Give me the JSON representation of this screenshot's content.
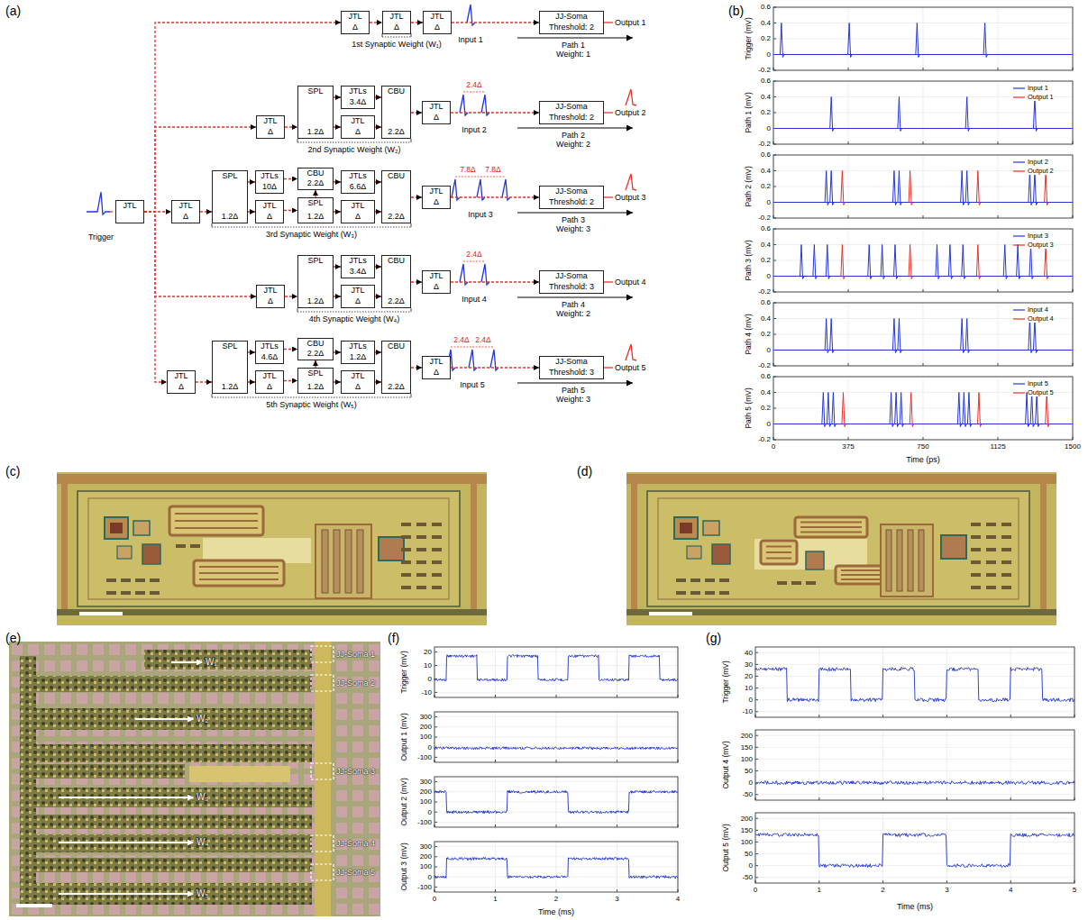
{
  "diagram": {
    "nodes": [
      {
        "text": [
          "JTL"
        ]
      },
      {
        "text": [
          "JTL",
          "Δ"
        ]
      },
      {
        "text": [
          "JTL",
          "Δ"
        ]
      },
      {
        "text": [
          "JTL",
          "Δ"
        ]
      },
      {
        "text": [
          "JJ-Soma",
          "Threshold: 2"
        ]
      },
      {
        "text": [
          "JTL",
          "Δ"
        ]
      },
      {
        "text": [
          "SPL",
          "1.2Δ"
        ]
      },
      {
        "text": [
          "JTLs",
          "3.4Δ"
        ]
      },
      {
        "text": [
          "JTL",
          "Δ"
        ]
      },
      {
        "text": [
          "CBU",
          "2.2Δ"
        ]
      },
      {
        "text": [
          "JTL",
          "Δ"
        ]
      },
      {
        "text": [
          "JJ-Soma",
          "Threshold: 2"
        ]
      },
      {
        "text": [
          "JTL",
          "Δ"
        ]
      },
      {
        "text": [
          "SPL",
          "1.2Δ"
        ]
      },
      {
        "text": [
          "JTLs",
          "10Δ"
        ]
      },
      {
        "text": [
          "JTL",
          "Δ"
        ]
      },
      {
        "text": [
          "CBU",
          "2.2Δ"
        ]
      },
      {
        "text": [
          "SPL",
          "1.2Δ"
        ]
      },
      {
        "text": [
          "JTLs",
          "6.6Δ"
        ]
      },
      {
        "text": [
          "JTL",
          "Δ"
        ]
      },
      {
        "text": [
          "CBU",
          "2.2Δ"
        ]
      },
      {
        "text": [
          "JTL",
          "Δ"
        ]
      },
      {
        "text": [
          "JJ-Soma",
          "Threshold: 2"
        ]
      },
      {
        "text": [
          "JTL",
          "Δ"
        ]
      },
      {
        "text": [
          "SPL",
          "1.2Δ"
        ]
      },
      {
        "text": [
          "JTLs",
          "3.4Δ"
        ]
      },
      {
        "text": [
          "JTL",
          "Δ"
        ]
      },
      {
        "text": [
          "CBU",
          "2.2Δ"
        ]
      },
      {
        "text": [
          "JTL",
          "Δ"
        ]
      },
      {
        "text": [
          "JJ-Soma",
          "Threshold: 3"
        ]
      },
      {
        "text": [
          "JTL",
          "Δ"
        ]
      },
      {
        "text": [
          "SPL",
          "1.2Δ"
        ]
      },
      {
        "text": [
          "JTLs",
          "4.6Δ"
        ]
      },
      {
        "text": [
          "JTL",
          "Δ"
        ]
      },
      {
        "text": [
          "CBU",
          "2.2Δ"
        ]
      },
      {
        "text": [
          "SPL",
          "1.2Δ"
        ]
      },
      {
        "text": [
          "JTLs",
          "1.2Δ"
        ]
      },
      {
        "text": [
          "JTL",
          "Δ"
        ]
      },
      {
        "text": [
          "CBU",
          "2.2Δ"
        ]
      },
      {
        "text": [
          "JTL",
          "Δ"
        ]
      },
      {
        "text": [
          "JJ-Soma",
          "Threshold: 3"
        ]
      }
    ],
    "edges": [
      {
        "from": 0,
        "to": 1,
        "arrow": "to"
      },
      {
        "from": 0,
        "to": 5,
        "arrow": "to"
      },
      {
        "from": 0,
        "to": 12,
        "arrow": "to"
      },
      {
        "from": 0,
        "to": 23,
        "arrow": "to"
      },
      {
        "from": 0,
        "to": 30,
        "arrow": "to"
      },
      {
        "from": 1,
        "to": 2,
        "arrow": "to"
      },
      {
        "from": 2,
        "to": 3,
        "arrow": "to"
      },
      {
        "from": 3,
        "to": 4,
        "arrow": "to"
      },
      {
        "from": 5,
        "to": 6,
        "arrow": "to"
      },
      {
        "from": 6,
        "to": 7,
        "arrow": "to"
      },
      {
        "from": 6,
        "to": 8,
        "arrow": "to"
      },
      {
        "from": 7,
        "to": 9,
        "arrow": "to"
      },
      {
        "from": 8,
        "to": 9,
        "arrow": "to"
      },
      {
        "from": 9,
        "to": 10,
        "arrow": "to"
      },
      {
        "from": 10,
        "to": 11,
        "arrow": "to"
      },
      {
        "from": 12,
        "to": 13,
        "arrow": "to"
      },
      {
        "from": 13,
        "to": 14,
        "arrow": "to"
      },
      {
        "from": 13,
        "to": 15,
        "arrow": "to"
      },
      {
        "from": 14,
        "to": 16,
        "arrow": "to"
      },
      {
        "from": 15,
        "to": 17,
        "arrow": "to"
      },
      {
        "from": 17,
        "to": 16,
        "arrow": "to"
      },
      {
        "from": 16,
        "to": 18,
        "arrow": "to"
      },
      {
        "from": 17,
        "to": 19,
        "arrow": "to"
      },
      {
        "from": 18,
        "to": 20,
        "arrow": "to"
      },
      {
        "from": 19,
        "to": 20,
        "arrow": "to"
      },
      {
        "from": 20,
        "to": 21,
        "arrow": "to"
      },
      {
        "from": 21,
        "to": 22,
        "arrow": "to"
      },
      {
        "from": 23,
        "to": 24,
        "arrow": "to"
      },
      {
        "from": 24,
        "to": 25,
        "arrow": "to"
      },
      {
        "from": 24,
        "to": 26,
        "arrow": "to"
      },
      {
        "from": 25,
        "to": 27,
        "arrow": "to"
      },
      {
        "from": 26,
        "to": 27,
        "arrow": "to"
      },
      {
        "from": 27,
        "to": 28,
        "arrow": "to"
      },
      {
        "from": 28,
        "to": 29,
        "arrow": "to"
      },
      {
        "from": 30,
        "to": 31,
        "arrow": "to"
      },
      {
        "from": 31,
        "to": 32,
        "arrow": "to"
      },
      {
        "from": 31,
        "to": 33,
        "arrow": "to"
      },
      {
        "from": 32,
        "to": 34,
        "arrow": "to"
      },
      {
        "from": 33,
        "to": 35,
        "arrow": "to"
      },
      {
        "from": 35,
        "to": 34,
        "arrow": "to"
      },
      {
        "from": 34,
        "to": 36,
        "arrow": "to"
      },
      {
        "from": 35,
        "to": 37,
        "arrow": "to"
      },
      {
        "from": 36,
        "to": 38,
        "arrow": "to"
      },
      {
        "from": 37,
        "to": 38,
        "arrow": "to"
      },
      {
        "from": 38,
        "to": 39,
        "arrow": "to"
      },
      {
        "from": 39,
        "to": 40,
        "arrow": "to"
      }
    ],
    "labels": [
      "(a)",
      "(b)",
      "(c)",
      "(d)",
      "(e)",
      "(f)",
      "(g)",
      "Trigger",
      "Input 1",
      "Output 1",
      "1st Synaptic Weight (W₁)",
      "Path 1 Weight: 1",
      "2.4Δ",
      "Input 2",
      "Output 2",
      "2nd Synaptic Weight (W₂)",
      "Path 2 Weight: 2",
      "7.8Δ",
      "7.8Δ",
      "Input 3",
      "Output 3",
      "3rd Synaptic Weight (W₃)",
      "Path 3 Weight: 3",
      "2.4Δ",
      "Input 4",
      "Output 4",
      "4th Synaptic Weight (W₄)",
      "Path 4 Weight: 2",
      "2.4Δ",
      "2.4Δ",
      "Input 5",
      "Output 5",
      "5th Synaptic Weight (W₅)",
      "Path 5 Weight: 3",
      "Trigger (mV)",
      "0.6",
      "0.4",
      "0.2",
      "0",
      "-0.2",
      "Path 1 (mV)",
      "0.6",
      "0.4",
      "0.2",
      "0",
      "-0.2",
      "Path 2 (mV)",
      "0.6",
      "0.4",
      "0.2",
      "0",
      "-0.2",
      "Path 3 (mV)",
      "0.6",
      "0.4",
      "0.2",
      "0",
      "-0.2",
      "Path 4 (mV)",
      "0.6",
      "0.4",
      "0.2",
      "0",
      "-0.2",
      "Path 5 (mV)",
      "0.6",
      "0.4",
      "0.2",
      "0",
      "-0.2",
      "0",
      "375",
      "750",
      "1125",
      "1500",
      "Time (ps)",
      "W₁",
      "W₂",
      "W₃",
      "W₄",
      "W₅",
      "JJ-Soma 1",
      "JJ-Soma 2",
      "JJ-Soma 3",
      "JJ-Soma 4",
      "JJ-Soma 5",
      "Trigger (mV)",
      "20",
      "10",
      "0",
      "-10",
      "Output 1 (mV)",
      "300",
      "200",
      "100",
      "0",
      "-100",
      "Output 2 (mV)",
      "300",
      "200",
      "100",
      "0",
      "-100",
      "Output 3 (mV)",
      "300",
      "200",
      "100",
      "0",
      "-100",
      "0",
      "1",
      "2",
      "3",
      "4",
      "Time (ms)",
      "Trigger (mV)",
      "40",
      "30",
      "20",
      "10",
      "0",
      "-10",
      "Output 4 (mV)",
      "200",
      "150",
      "100",
      "50",
      "0",
      "-50",
      "Output 5 (mV)",
      "200",
      "150",
      "100",
      "50",
      "0",
      "-50",
      "0",
      "1",
      "2",
      "3",
      "4",
      "5",
      "Time (ms)"
    ],
    "legend": [
      {
        "text": "Input 1"
      },
      {
        "text": "Output 1"
      },
      {
        "text": "Input 2"
      },
      {
        "text": "Output 2"
      },
      {
        "text": "Input 3"
      },
      {
        "text": "Output 3"
      },
      {
        "text": "Input 4"
      },
      {
        "text": "Output 4"
      },
      {
        "text": "Input 5"
      },
      {
        "text": "Output 5"
      }
    ]
  }
}
